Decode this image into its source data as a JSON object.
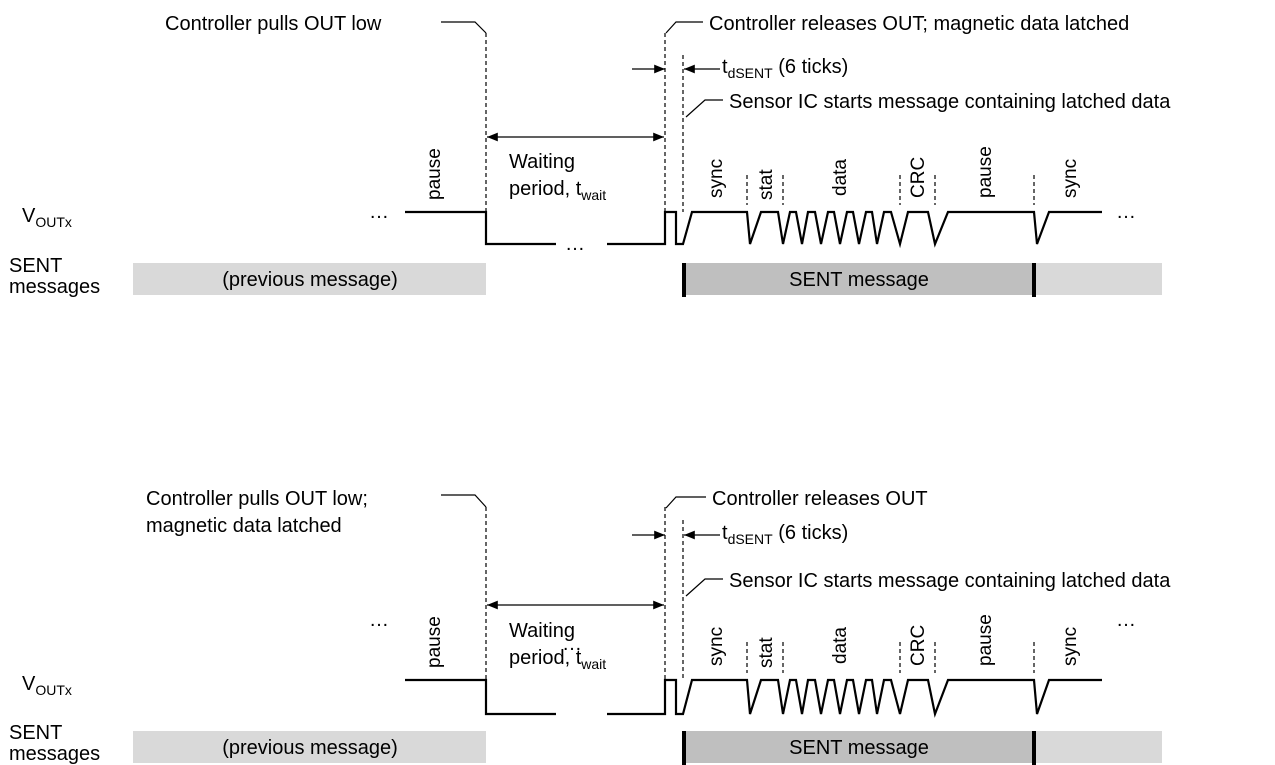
{
  "panels": [
    {
      "controller_pull_lines": [
        "Controller pulls OUT low"
      ],
      "controller_release": "Controller releases OUT; magnetic data latched",
      "t_dsent_main": "t",
      "t_dsent_sub": "dSENT",
      "t_dsent_rest": " (6 ticks)",
      "sensor_start": "Sensor IC starts message containing latched data",
      "waiting_line1": "Waiting",
      "waiting_line2": "period, t",
      "waiting_sub": "wait",
      "segments": {
        "pause1": "pause",
        "sync1": "sync",
        "stat": "stat",
        "data": "data",
        "crc": "CRC",
        "pause2": "pause",
        "sync2": "sync"
      },
      "vout_main": "V",
      "vout_sub": "OUTx",
      "sent_label_line1": "SENT",
      "sent_label_line2": "messages",
      "previous_message": "(previous message)",
      "sent_message": "SENT message",
      "ellipsis": "…"
    },
    {
      "controller_pull_lines": [
        "Controller pulls OUT low;",
        "magnetic data latched"
      ],
      "controller_release": "Controller releases OUT",
      "t_dsent_main": "t",
      "t_dsent_sub": "dSENT",
      "t_dsent_rest": " (6 ticks)",
      "sensor_start": "Sensor IC starts message containing latched data",
      "waiting_line1": "Waiting",
      "waiting_line2": "period, t",
      "waiting_sub": "wait",
      "segments": {
        "pause1": "pause",
        "sync1": "sync",
        "stat": "stat",
        "data": "data",
        "crc": "CRC",
        "pause2": "pause",
        "sync2": "sync"
      },
      "vout_main": "V",
      "vout_sub": "OUTx",
      "sent_label_line1": "SENT",
      "sent_label_line2": "messages",
      "previous_message": "(previous message)",
      "sent_message": "SENT message",
      "ellipsis": "…"
    }
  ],
  "colors": {
    "line": "#000000",
    "previous_bar": "#d9d9d9",
    "sent_bar": "#bfbfbf"
  }
}
